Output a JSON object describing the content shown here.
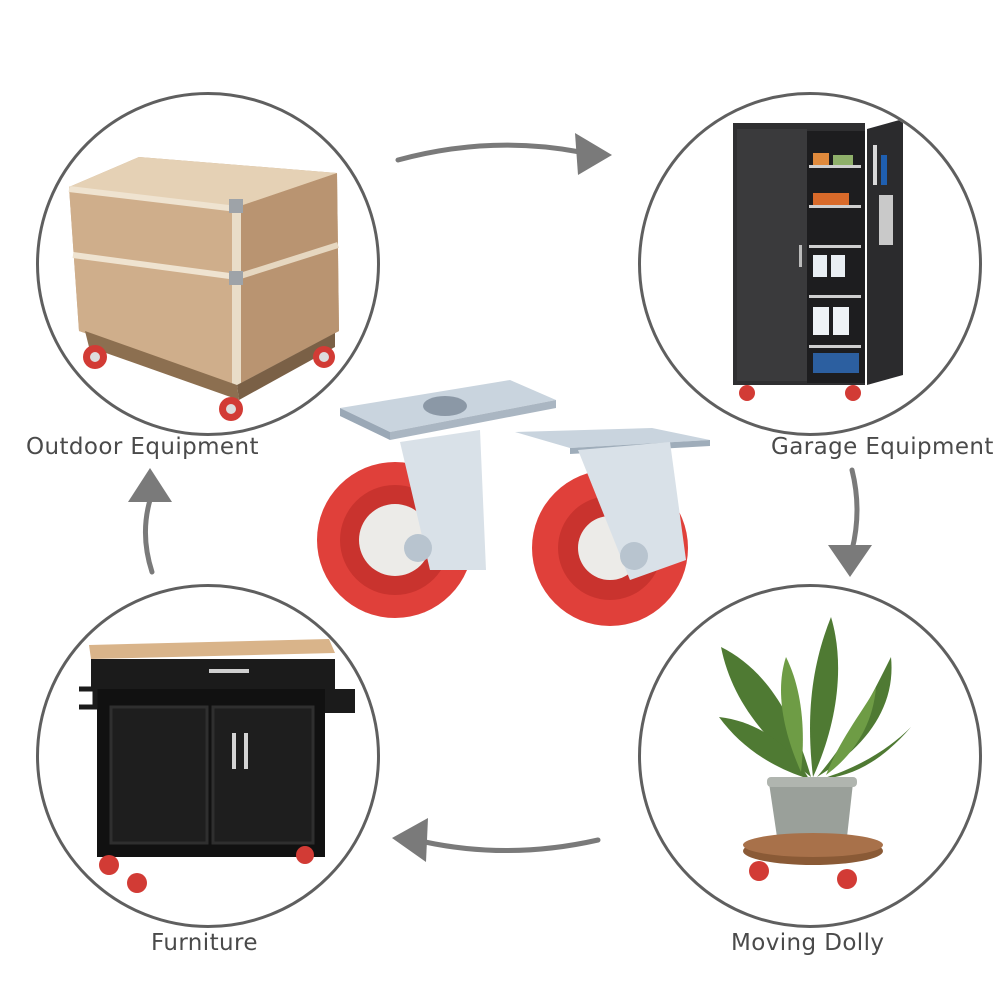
{
  "labels": {
    "outdoor": "Outdoor Equipment",
    "garage": "Garage Equipment",
    "dolly": "Moving Dolly",
    "furniture": "Furniture"
  },
  "icons": {
    "cycle_arrows": "arrow-icon",
    "caster": "caster-wheel"
  },
  "colors": {
    "ring": "#5f5f5f",
    "arrow": "#7a7a7a",
    "wheel_red": "#e0403a",
    "label_text": "#4a4a4a"
  }
}
